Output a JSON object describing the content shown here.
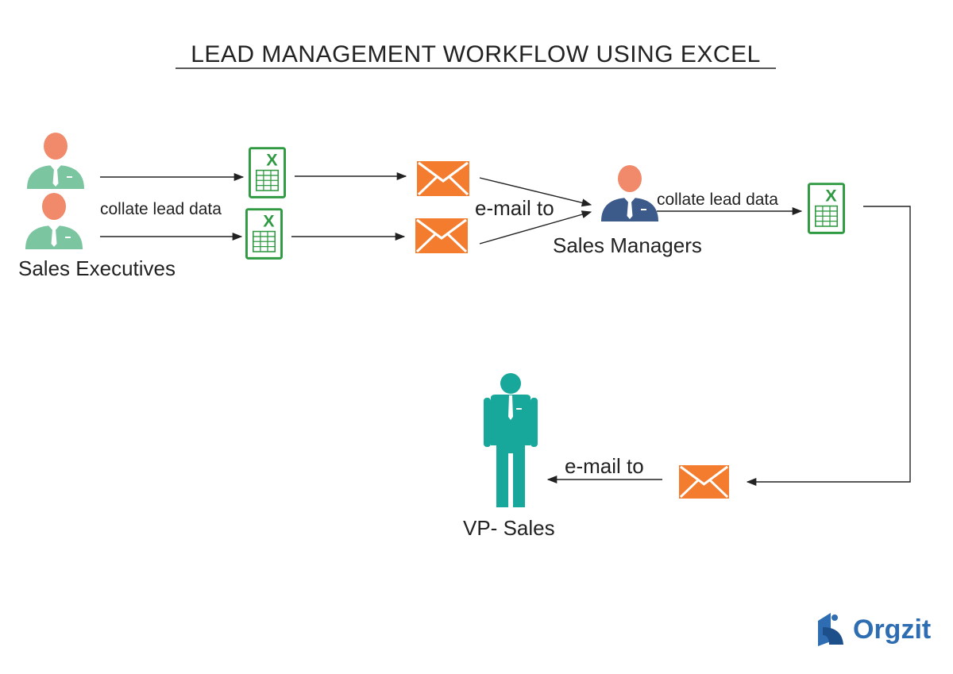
{
  "title": "LEAD MANAGEMENT WORKFLOW USING EXCEL",
  "labels": {
    "sales_executives": "Sales Executives",
    "collate_lead_data_1": "collate lead data",
    "email_to_1": "e-mail to",
    "sales_managers": "Sales Managers",
    "collate_lead_data_2": "collate lead data",
    "email_to_2": "e-mail to",
    "vp_sales": "VP- Sales"
  },
  "logo": {
    "text": "Orgzit",
    "icon": "orgzit-logo-icon"
  },
  "icons": {
    "sales_executive": "person-icon",
    "sales_manager": "person-icon",
    "vp_sales": "standing-person-icon",
    "excel": "excel-file-icon",
    "email": "envelope-icon"
  },
  "colors": {
    "executive": "#7cc5a1",
    "manager": "#3c5a8a",
    "vp": "#17a89b",
    "face": "#f08a6b",
    "email": "#f47c2e",
    "excel": "#2f9a42",
    "logo": "#2e6db1"
  }
}
